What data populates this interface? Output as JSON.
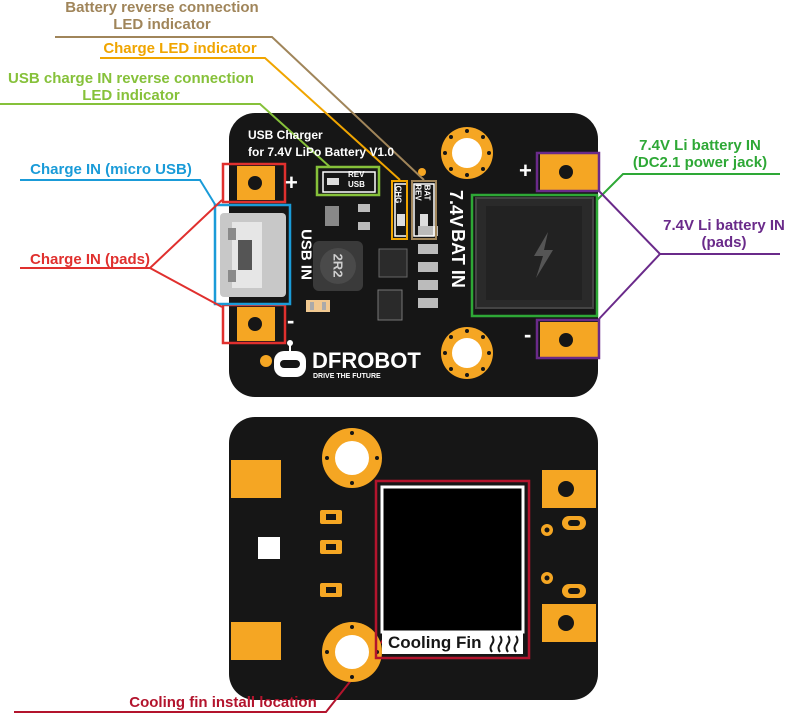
{
  "colors": {
    "battery_reverse": "#a0855a",
    "charge_led": "#f0a500",
    "usb_reverse": "#86c13a",
    "charge_in_usb": "#1a9bd8",
    "charge_in_pads": "#e0302e",
    "bat_jack": "#2ea836",
    "bat_pads": "#6a2a8a",
    "cooling_fin": "#b3142d",
    "pad_gold": "#f5a623",
    "board_black": "#161616"
  },
  "callouts": {
    "battery_reverse_line1": "Battery reverse connection",
    "battery_reverse_line2": "LED indicator",
    "charge_led": "Charge LED indicator",
    "usb_reverse_line1": "USB charge IN reverse connection",
    "usb_reverse_line2": "LED indicator",
    "charge_in_usb": "Charge IN  (micro USB)",
    "charge_in_pads": "Charge IN (pads)",
    "bat_jack_line1": "7.4V Li battery IN",
    "bat_jack_line2": "(DC2.1 power jack)",
    "bat_pads_line1": "7.4V Li battery IN",
    "bat_pads_line2": "(pads)",
    "cooling_fin": "Cooling fin install location"
  },
  "board_front": {
    "title_line1": "USB Charger",
    "title_line2": "for 7.4V LiPo Battery V1.0",
    "usb_in": "USB IN",
    "bat_in_volt": "7.4V",
    "bat_in": "BAT IN",
    "rev_usb_line1": "REV",
    "rev_usb_line2": "USB",
    "chg": "CHG",
    "rev_bat_line1": "REV",
    "rev_bat_line2": "BAT",
    "inductor": "2R2",
    "plus": "+",
    "minus": "-",
    "logo": "DFROBOT",
    "slogan": "DRIVE THE FUTURE"
  },
  "board_back": {
    "cooling_fin_label": "Cooling Fin"
  }
}
